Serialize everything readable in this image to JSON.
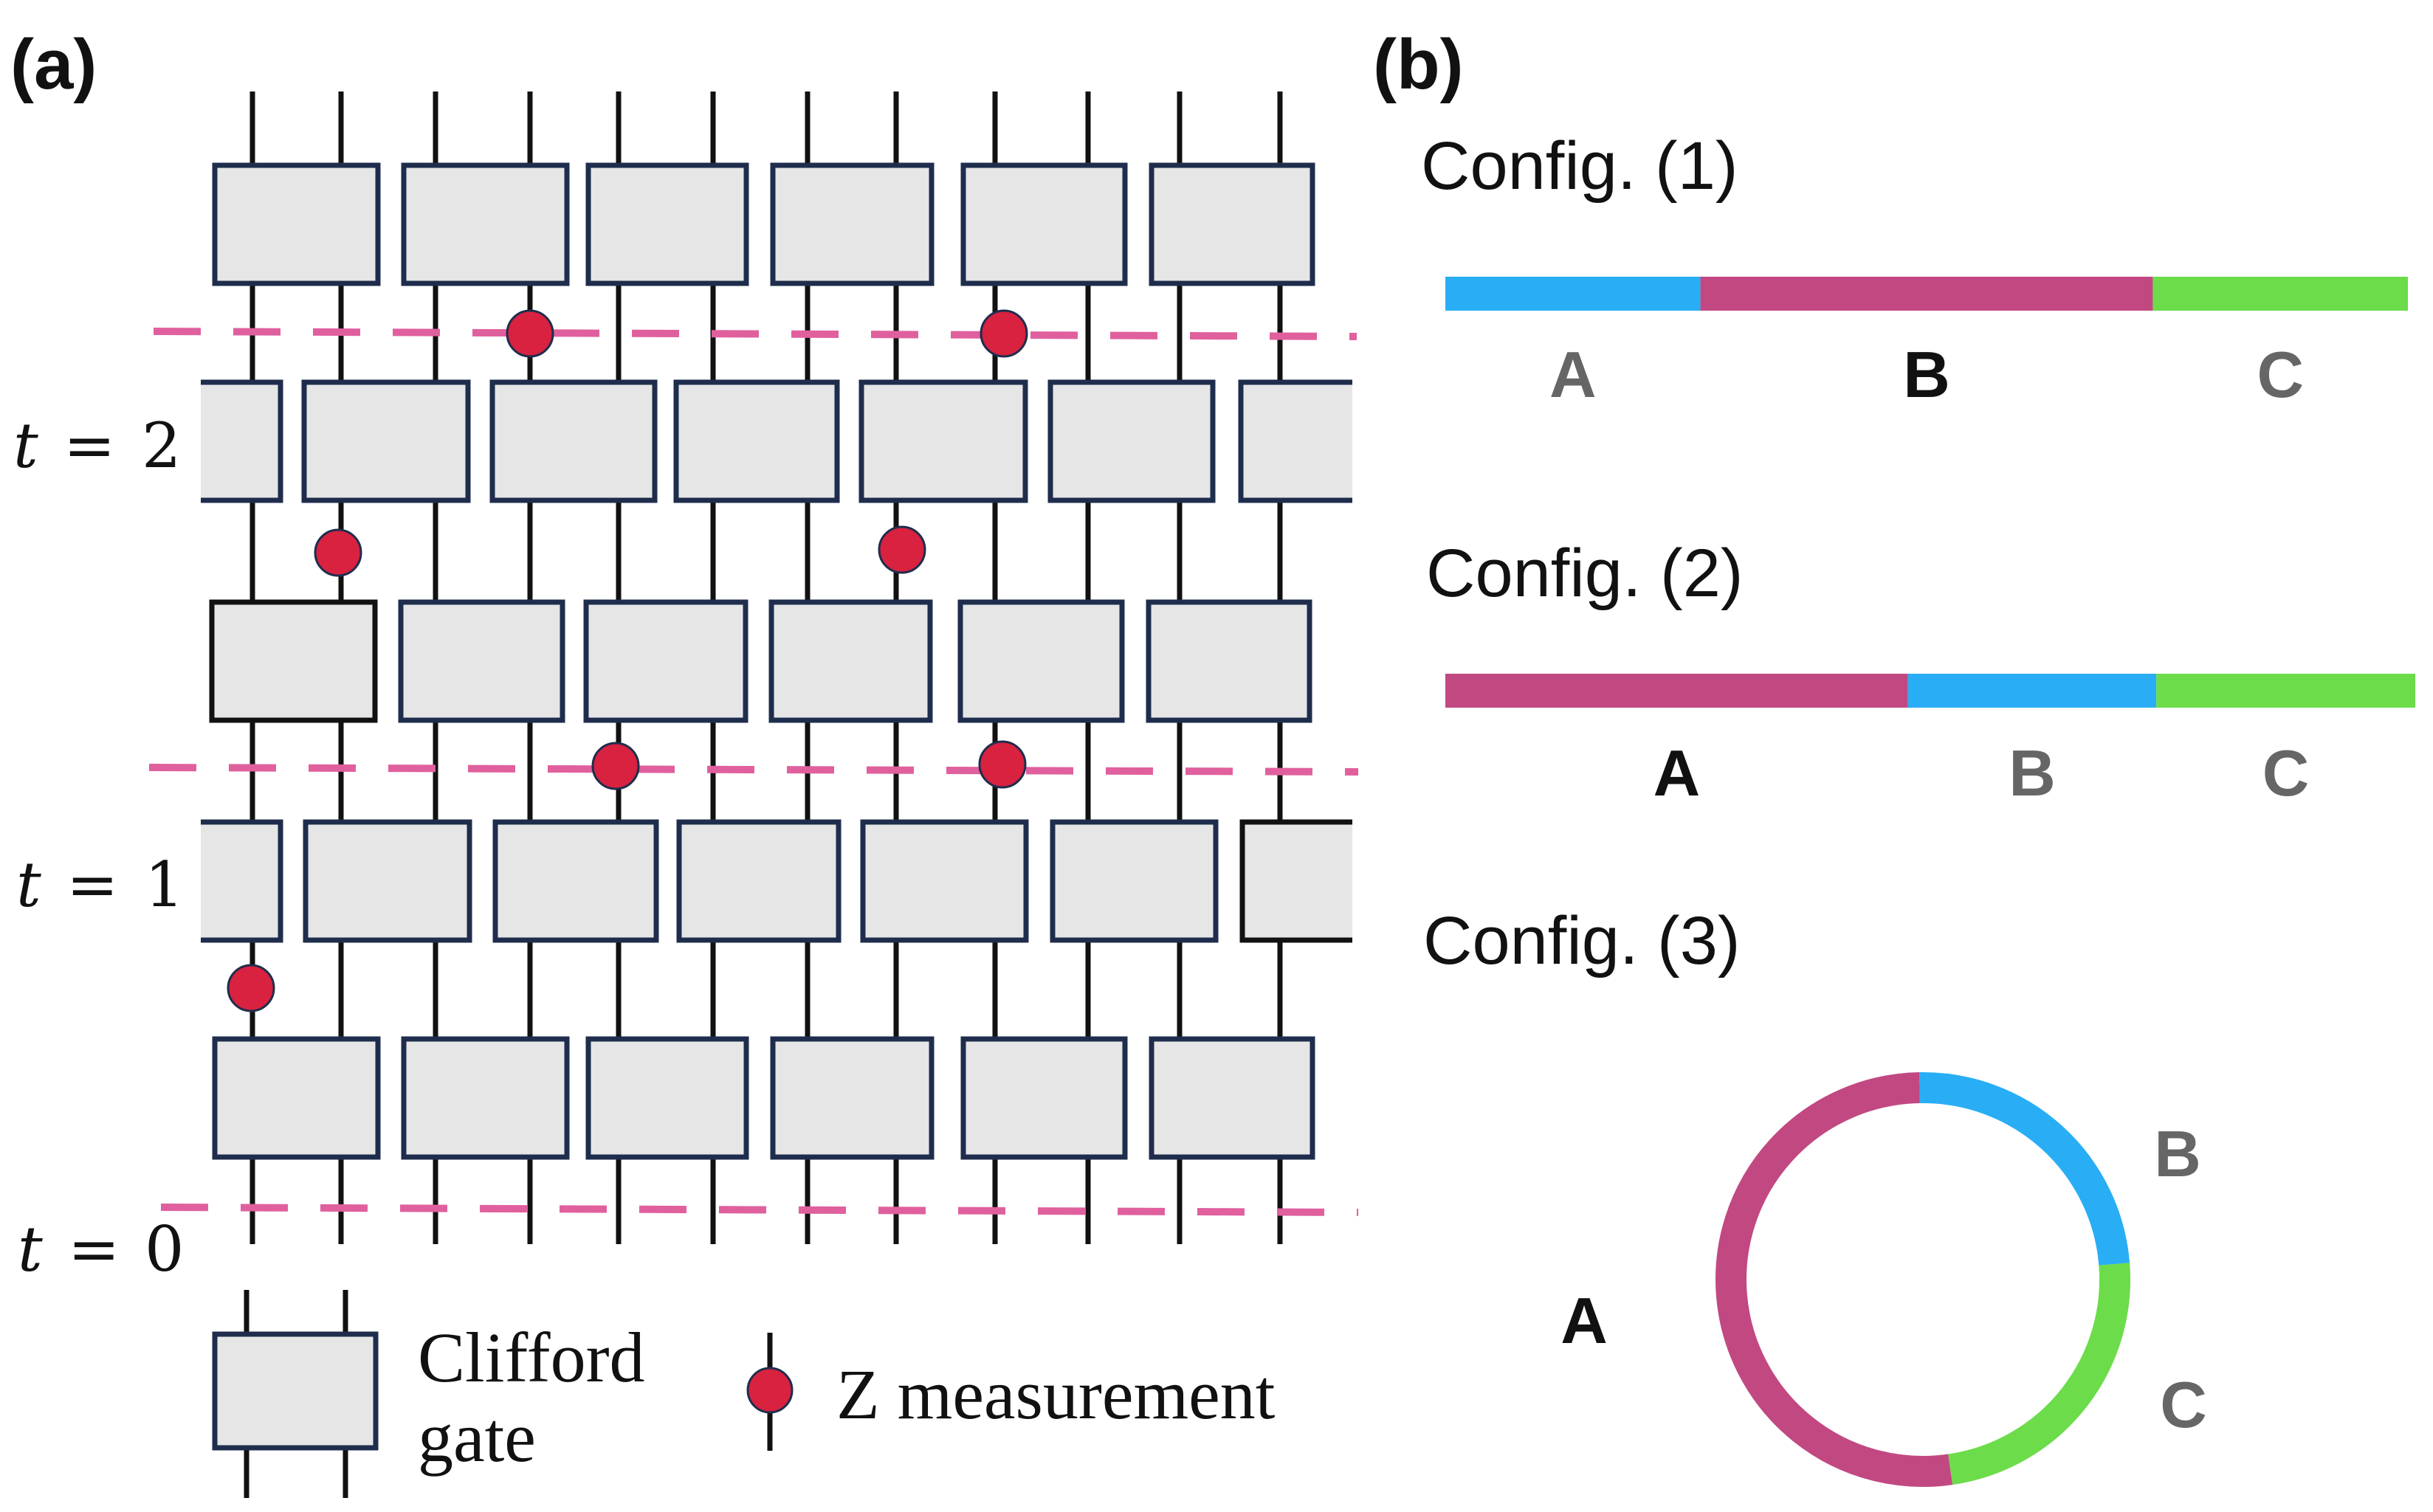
{
  "panel_a": {
    "label": "(a)",
    "time_labels": [
      {
        "var": "t",
        "value": "2"
      },
      {
        "var": "t",
        "value": "1"
      },
      {
        "var": "t",
        "value": "0"
      }
    ],
    "legend": {
      "gate_line1": "Clifford",
      "gate_line2": "gate",
      "measurement": "Z measurement"
    },
    "colors": {
      "gate_fill": "#e6e6e6",
      "gate_border": "#1f2d4d",
      "gate_border_dark": "#111111",
      "measurement": "#d92140",
      "dashed_line": "#e0609e",
      "wire": "#111111"
    }
  },
  "panel_b": {
    "label": "(b)",
    "configs": [
      {
        "title": "Config. (1)",
        "shape": "line",
        "segments": [
          {
            "name": "A",
            "color": "#29aef5",
            "fraction": 0.265,
            "emphasized": false
          },
          {
            "name": "B",
            "color": "#c24882",
            "fraction": 0.47,
            "emphasized": true
          },
          {
            "name": "C",
            "color": "#6cdc4a",
            "fraction": 0.265,
            "emphasized": false
          }
        ]
      },
      {
        "title": "Config. (2)",
        "shape": "line",
        "segments": [
          {
            "name": "A",
            "color": "#c24882",
            "fraction": 0.477,
            "emphasized": true
          },
          {
            "name": "B",
            "color": "#29aef5",
            "fraction": 0.256,
            "emphasized": false
          },
          {
            "name": "C",
            "color": "#6cdc4a",
            "fraction": 0.267,
            "emphasized": false
          }
        ]
      },
      {
        "title": "Config. (3)",
        "shape": "ring",
        "segments": [
          {
            "name": "A",
            "color": "#c24882",
            "fraction": 0.52,
            "emphasized": true
          },
          {
            "name": "B",
            "color": "#29aef5",
            "fraction": 0.24,
            "emphasized": false
          },
          {
            "name": "C",
            "color": "#6cdc4a",
            "fraction": 0.24,
            "emphasized": false
          }
        ]
      }
    ],
    "label_colors": {
      "emphasized": "#111111",
      "normal": "#666666"
    }
  }
}
